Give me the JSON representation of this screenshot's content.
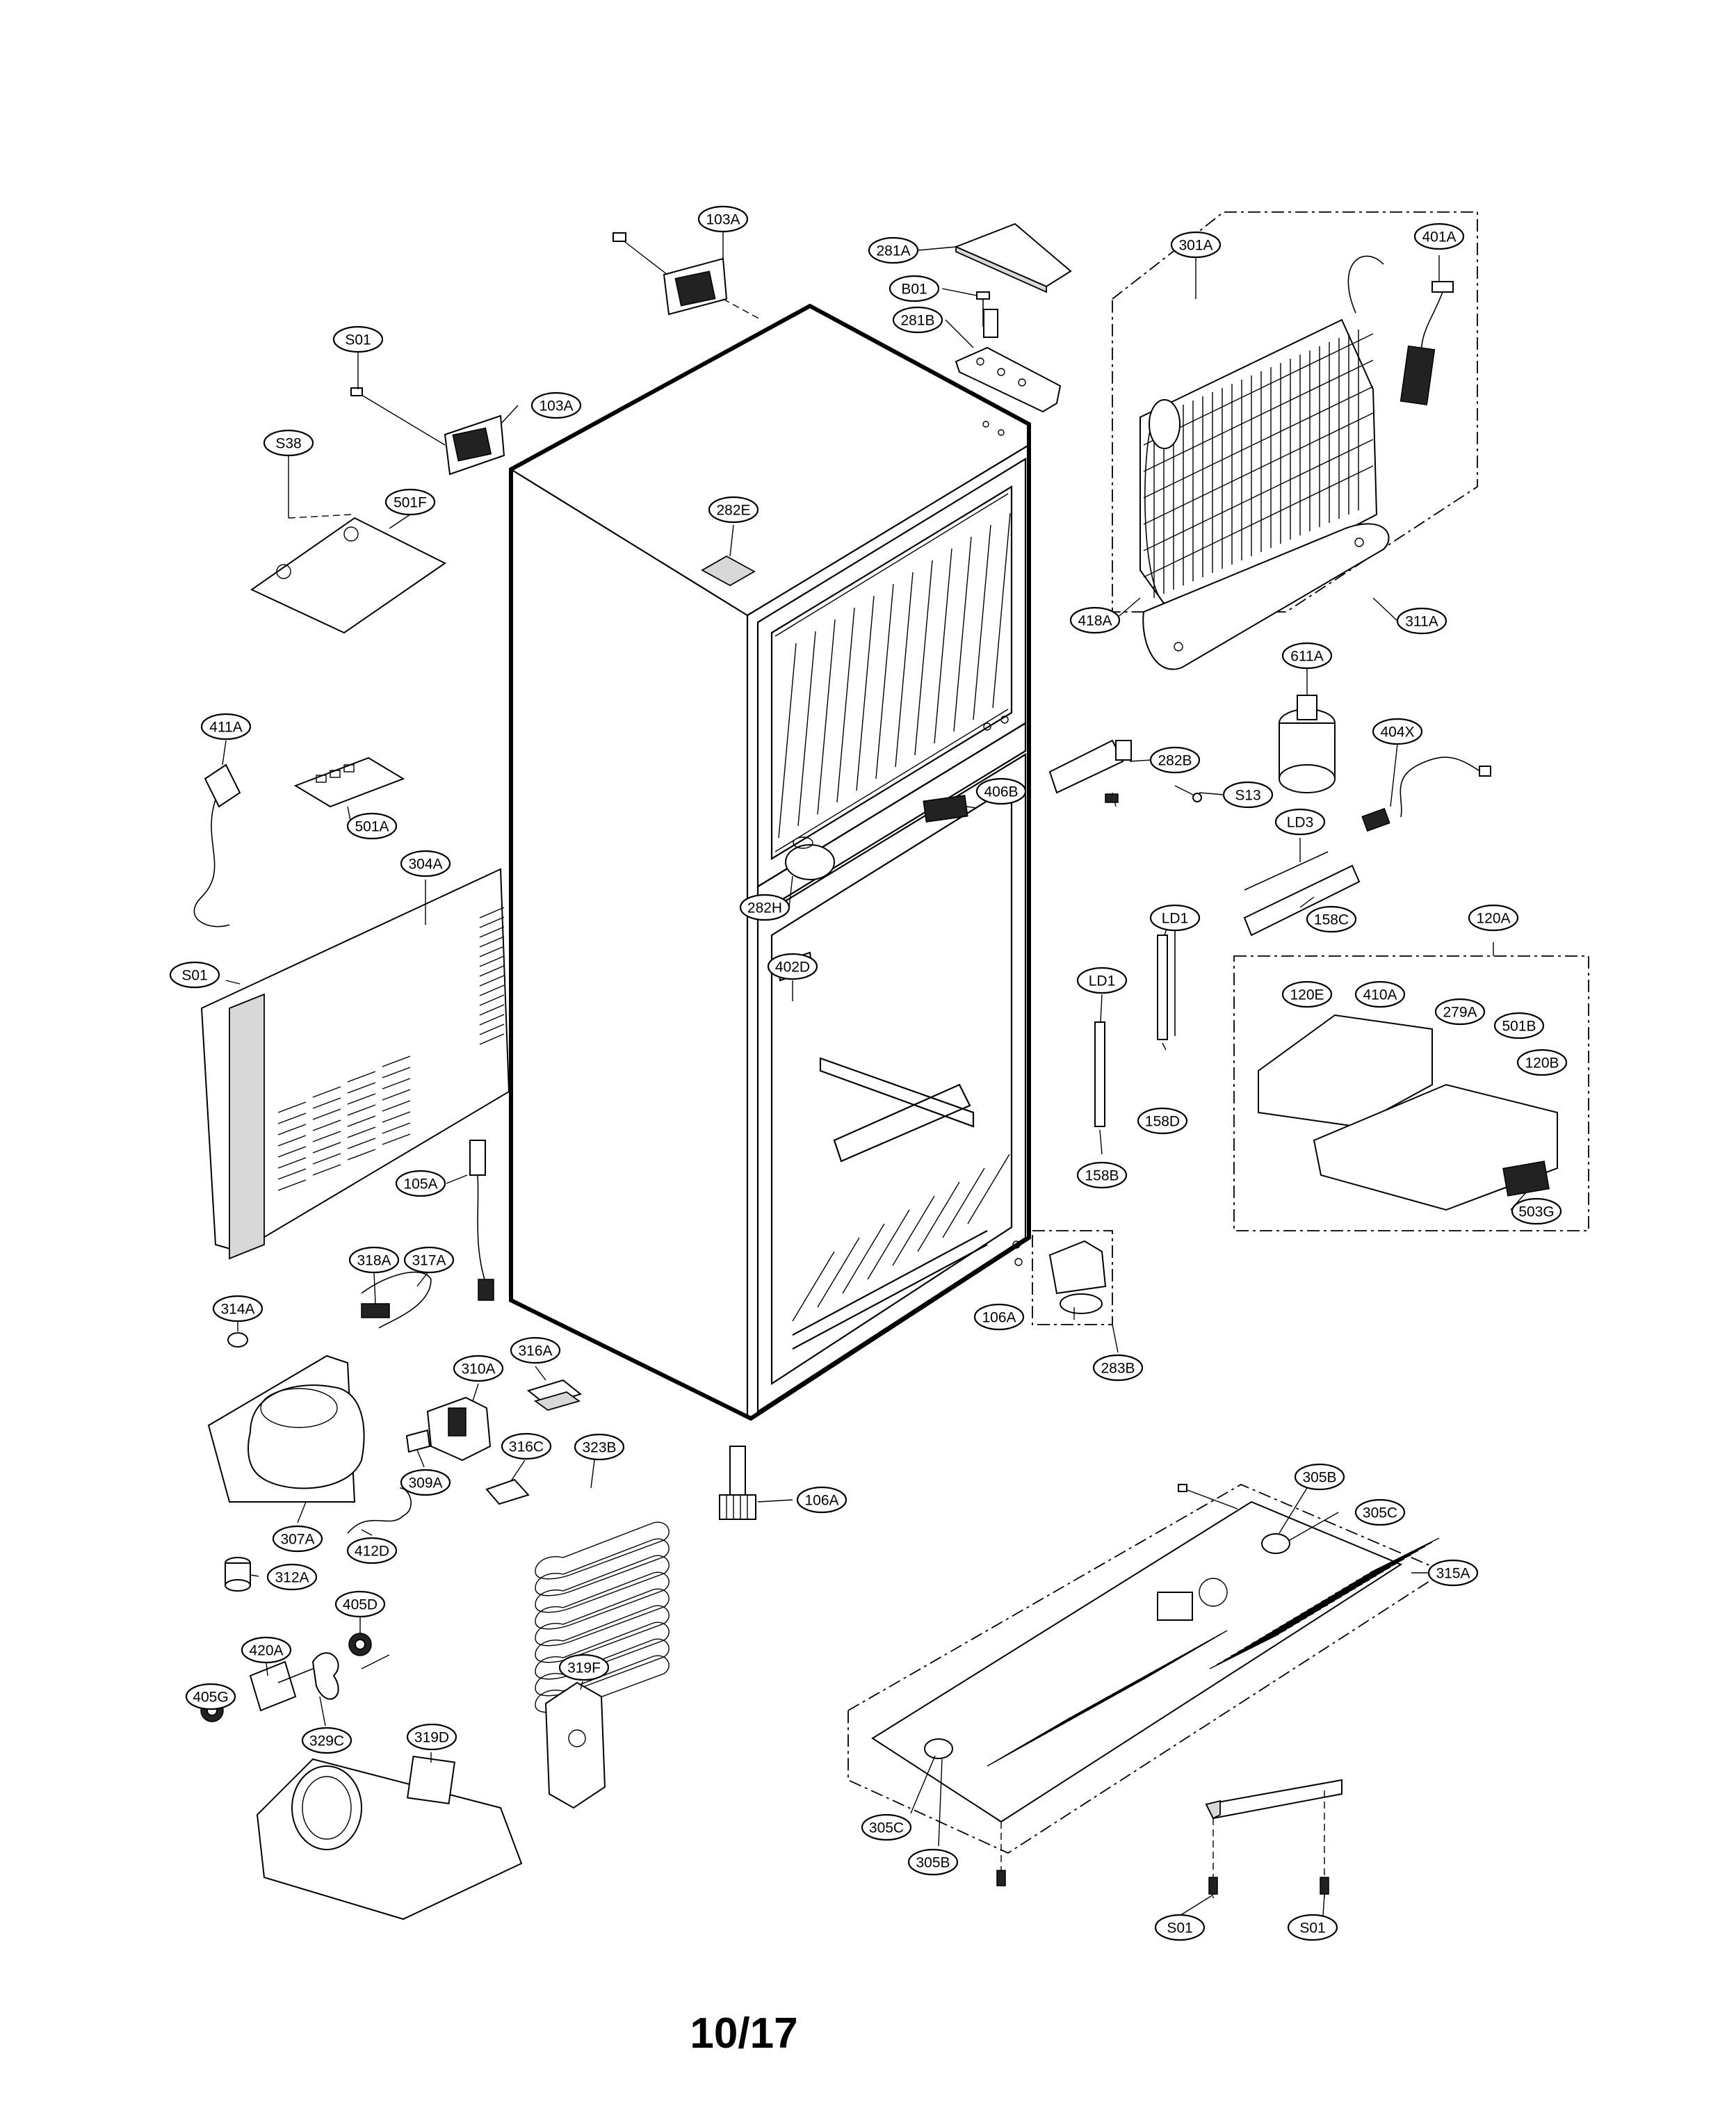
{
  "page_number": "10/17",
  "callouts": [
    "103A",
    "103A",
    "S01",
    "S38",
    "501F",
    "281A",
    "B01",
    "281B",
    "301A",
    "401A",
    "282E",
    "418A",
    "311A",
    "611A",
    "282B",
    "S13",
    "406B",
    "404X",
    "411A",
    "501A",
    "304A",
    "S01",
    "282H",
    "402D",
    "LD3",
    "158C",
    "LD1",
    "LD1",
    "120A",
    "120E",
    "410A",
    "279A",
    "501B",
    "120B",
    "158D",
    "158B",
    "503G",
    "105A",
    "318A",
    "317A",
    "106A",
    "283B",
    "314A",
    "310A",
    "316A",
    "316C",
    "323B",
    "309A",
    "106A",
    "307A",
    "412D",
    "312A",
    "405D",
    "420A",
    "405G",
    "329C",
    "319D",
    "319F",
    "305B",
    "305C",
    "315A",
    "305C",
    "305B",
    "S01",
    "S01"
  ]
}
